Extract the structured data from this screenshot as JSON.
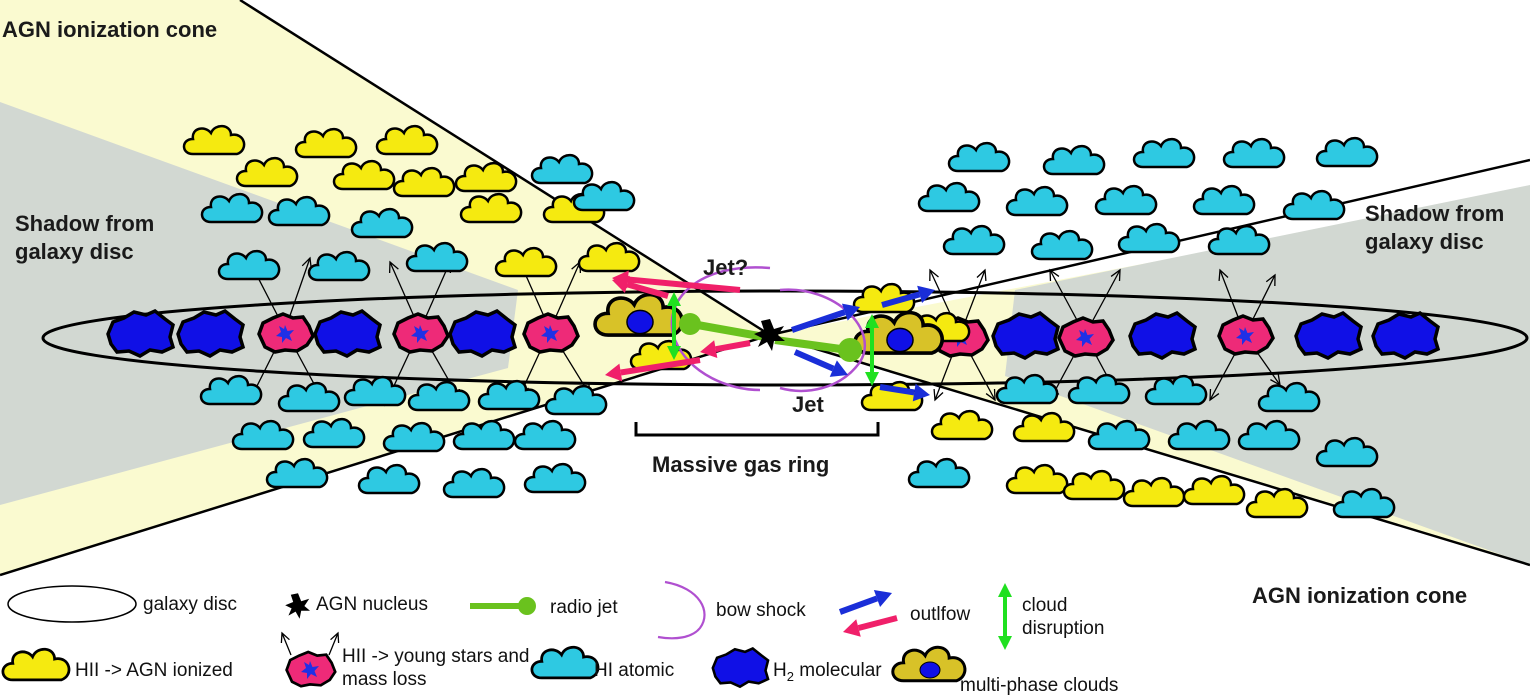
{
  "labels": {
    "cone_top_left": "AGN ionization cone",
    "cone_bottom_right": "AGN ionization cone",
    "shadow_left": "Shadow from galaxy disc",
    "shadow_right": "Shadow from galaxy disc",
    "jet_question": "Jet?",
    "jet": "Jet",
    "ring": "Massive gas ring"
  },
  "legend": {
    "galaxy_disc": "galaxy disc",
    "agn_nucleus": "AGN nucleus",
    "radio_jet": "radio jet",
    "bow_shock": "bow shock",
    "outflow": "outlfow",
    "cloud_disruption": "cloud disruption",
    "hii_agn": "HII -> AGN ionized",
    "hii_young": "HII -> young stars and mass loss",
    "hi_atomic": "HI atomic",
    "h2_prefix": "H",
    "h2_sub": "2",
    "h2_suffix": " molecular",
    "multiphase": "multi-phase clouds"
  },
  "colors": {
    "cone": "#fafad0",
    "shadow": "#d2d8d2",
    "hi_atomic": "#2ec9e2",
    "hii_agn": "#f5ea10",
    "h2_molecular": "#1010e6",
    "hii_young": "#ee2a78",
    "multiphase": "#d8c228",
    "jet": "#6ac21e",
    "bow_shock": "#b050d0",
    "outflow_out": "#1a2ed8",
    "outflow_in": "#f0206a",
    "disruption": "#20e020"
  }
}
